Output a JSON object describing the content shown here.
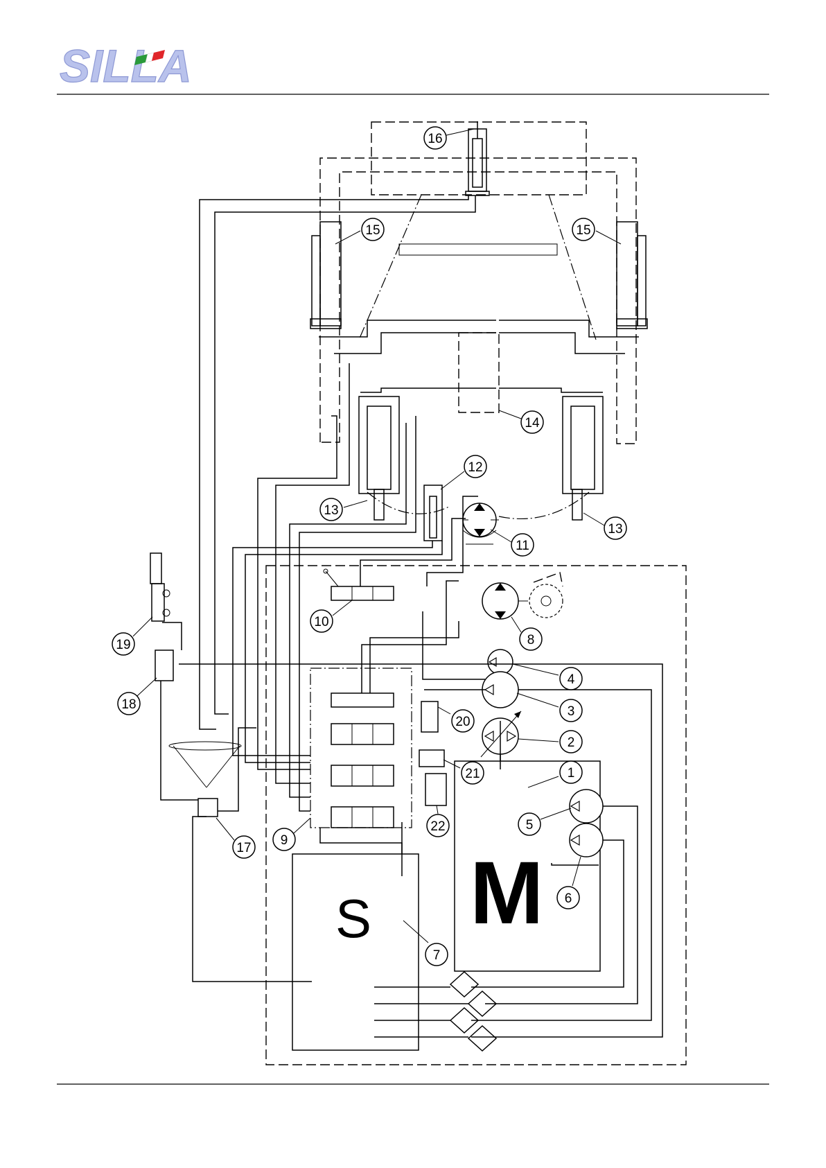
{
  "header": {
    "logo_text": "SILLA",
    "logo_colors": {
      "text": "#b9c2ec",
      "flag_green": "#2a9a3a",
      "flag_red": "#e0262a"
    }
  },
  "diagram": {
    "callouts": [
      "1",
      "2",
      "3",
      "4",
      "5",
      "6",
      "7",
      "8",
      "9",
      "10",
      "11",
      "12",
      "13",
      "13",
      "14",
      "15",
      "15",
      "16",
      "17",
      "18",
      "19",
      "20",
      "21",
      "22"
    ],
    "tank_label": "S",
    "engine_label": "M"
  },
  "colors": {
    "line": "#000000",
    "background": "#ffffff"
  }
}
